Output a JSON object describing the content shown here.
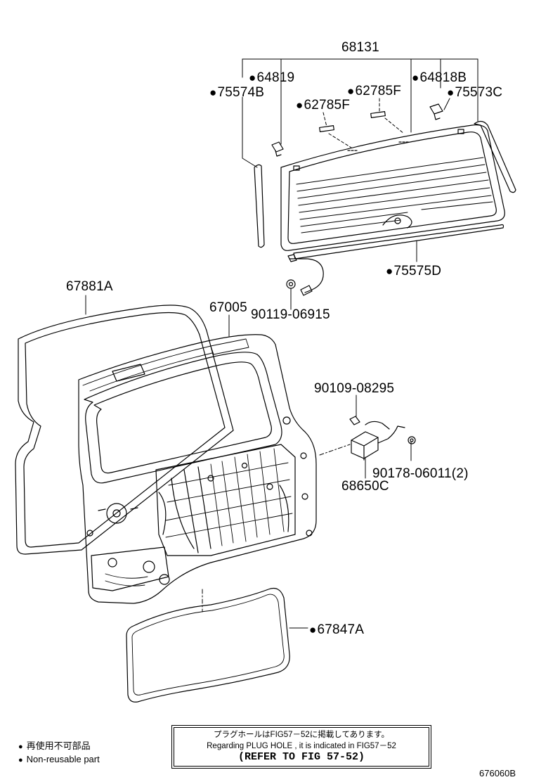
{
  "parts": {
    "p68131": "68131",
    "p64819": "64819",
    "p64818B": "64818B",
    "p75574B": "75574B",
    "p62785F_a": "62785F",
    "p62785F_b": "62785F",
    "p75573C": "75573C",
    "p75575D": "75575D",
    "p67881A": "67881A",
    "p67005": "67005",
    "p90119": "90119-06915",
    "p90109": "90109-08295",
    "p90178": "90178-06011(2)",
    "p68650C": "68650C",
    "p67847A": "67847A"
  },
  "legend": {
    "jp": "再使用不可部品",
    "en": "Non-reusable part"
  },
  "note": {
    "jp": "プラグホールはFIG57－52に掲載してあります。",
    "en": "Regarding  PLUG  HOLE ,  it  is  indicated  in  FIG57－52",
    "refer": "(REFER TO FIG 57-52)"
  },
  "illustration_id": "676060B"
}
